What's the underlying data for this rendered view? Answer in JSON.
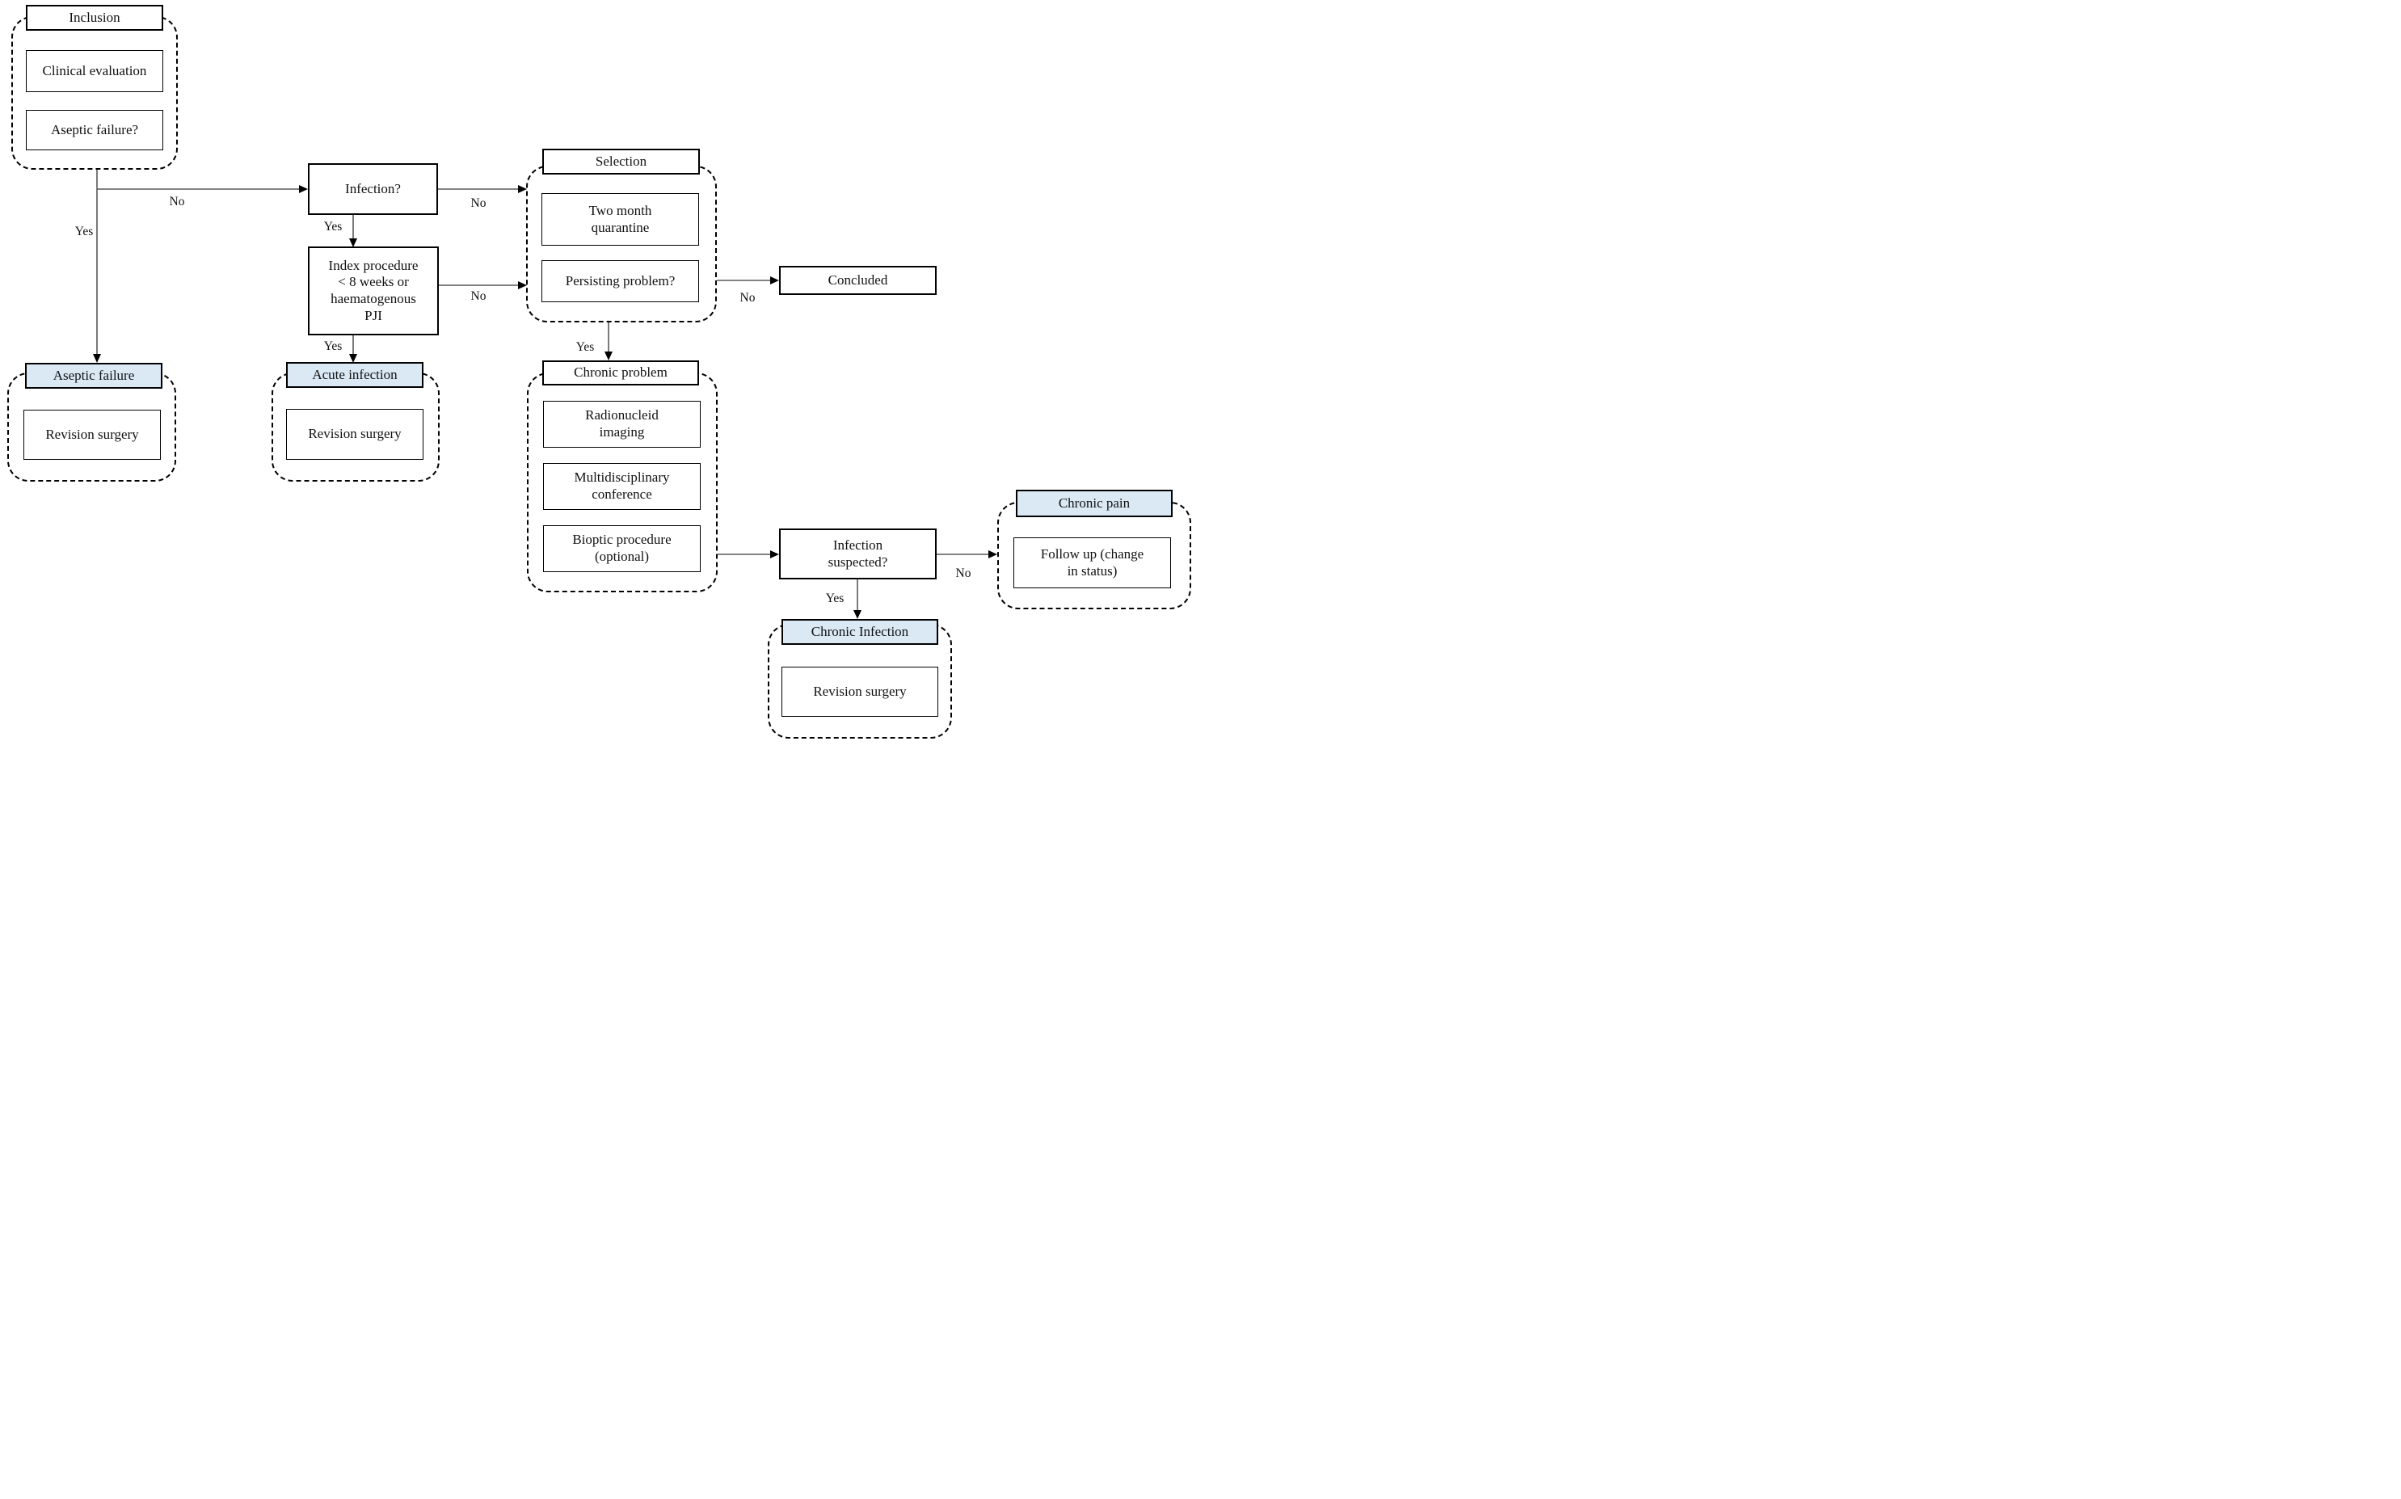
{
  "colors": {
    "highlight_fill": "#dbe9f5",
    "connector": "#595959",
    "border": "#000000",
    "background": "#ffffff"
  },
  "groups": {
    "inclusion": {
      "header": "Inclusion",
      "items": {
        "clinical": "Clinical evaluation",
        "aseptic_q": "Aseptic failure?"
      }
    },
    "selection": {
      "header": "Selection",
      "items": {
        "quarantine": "Two month\nquarantine",
        "persisting": "Persisting problem?"
      }
    },
    "chronic_problem": {
      "header": "Chronic problem",
      "items": {
        "radionucleid": "Radionucleid\nimaging",
        "multidisciplinary": "Multidisciplinary\nconference",
        "bioptic": "Bioptic procedure\n(optional)"
      }
    },
    "aseptic_failure": {
      "header": "Aseptic failure",
      "items": {
        "revision": "Revision surgery"
      }
    },
    "acute_infection": {
      "header": "Acute infection",
      "items": {
        "revision": "Revision surgery"
      }
    },
    "chronic_infection": {
      "header": "Chronic Infection",
      "items": {
        "revision": "Revision surgery"
      }
    },
    "chronic_pain": {
      "header": "Chronic pain",
      "items": {
        "followup": "Follow up (change\nin status)"
      }
    }
  },
  "nodes": {
    "infection_q": "Infection?",
    "index_procedure": "Index procedure\n< 8 weeks or\nhaematogenous\nPJI",
    "concluded": "Concluded",
    "infection_suspected": "Infection\nsuspected?"
  },
  "edge_labels": {
    "inclusion_yes": "Yes",
    "inclusion_no": "No",
    "infection_yes": "Yes",
    "infection_no": "No",
    "index_yes": "Yes",
    "index_no": "No",
    "selection_yes": "Yes",
    "persisting_no": "No",
    "suspected_yes": "Yes",
    "suspected_no": "No"
  }
}
